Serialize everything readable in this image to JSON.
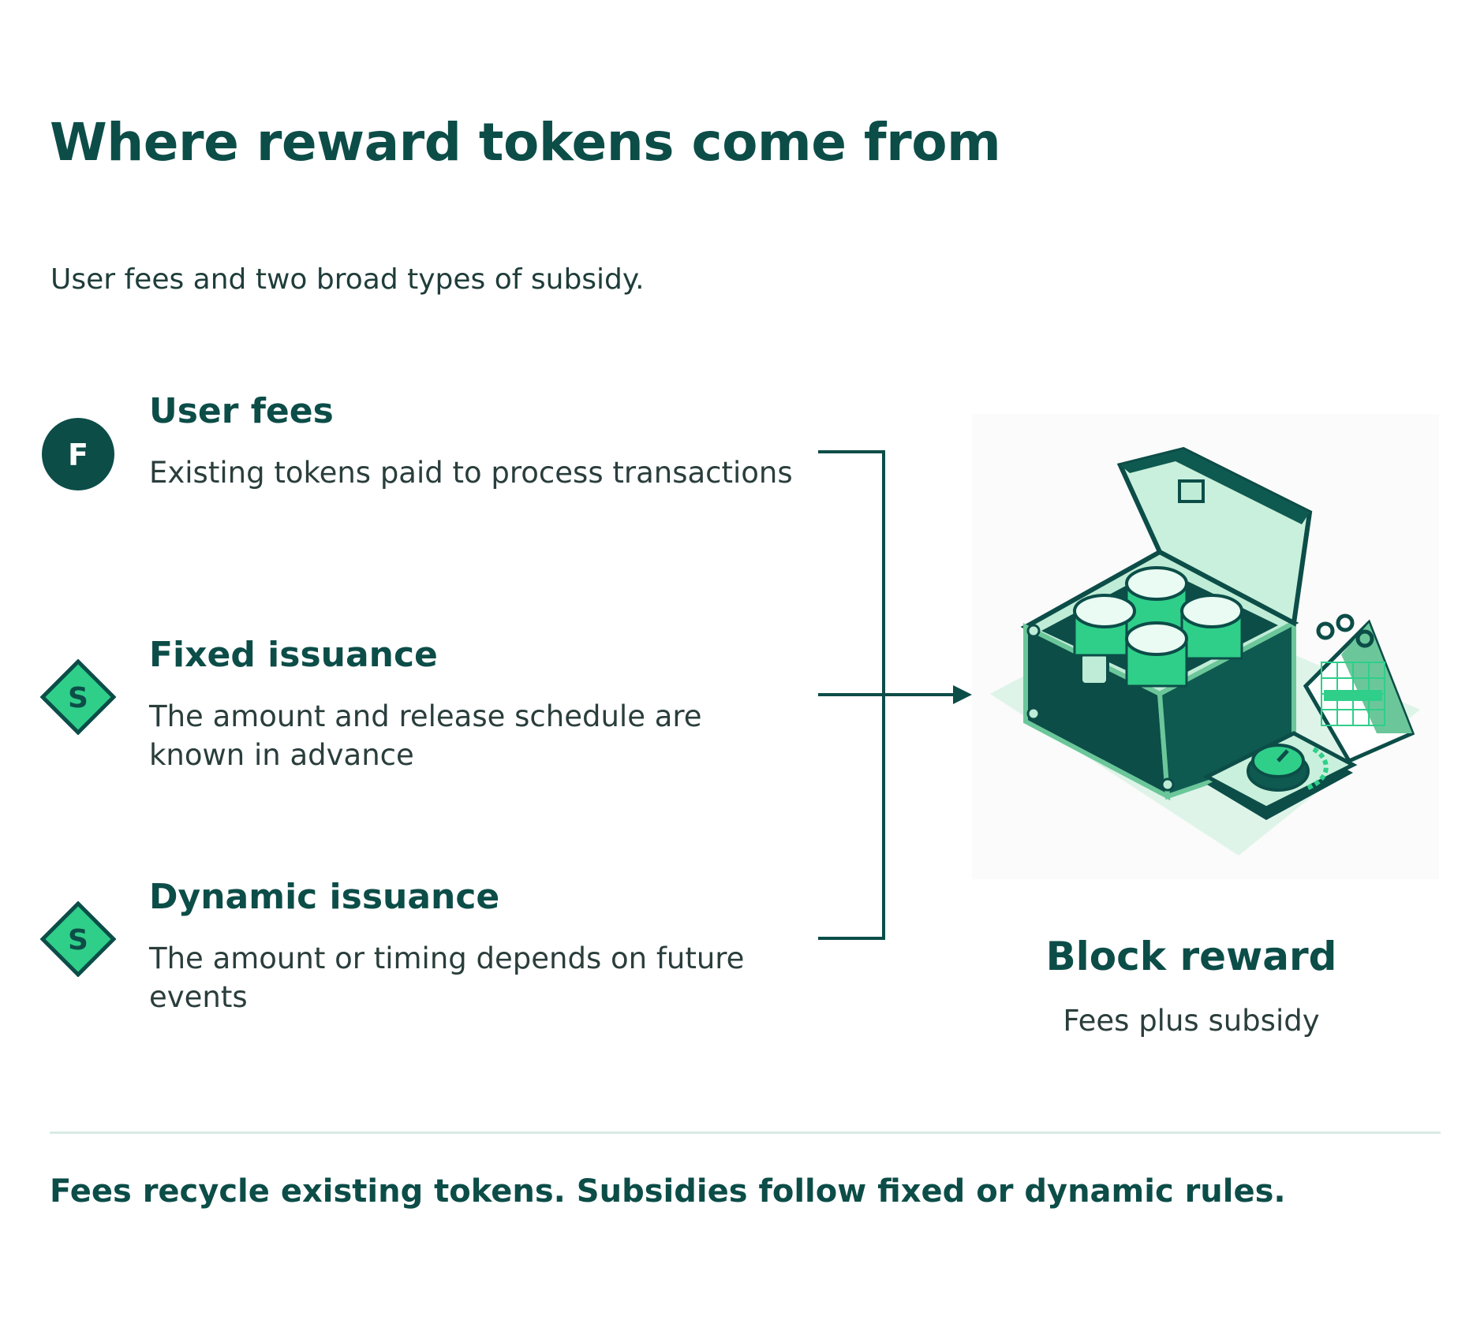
{
  "header": {
    "title": "Where reward tokens come from",
    "subtitle": "User fees and two broad types of subsidy."
  },
  "sources": [
    {
      "badge_letter": "F",
      "badge_shape": "circle",
      "heading": "User fees",
      "description": "Existing tokens paid to process transactions"
    },
    {
      "badge_letter": "S",
      "badge_shape": "diamond",
      "heading": "Fixed issuance",
      "description": "The amount and release schedule are known in advance"
    },
    {
      "badge_letter": "S",
      "badge_shape": "diamond",
      "heading": "Dynamic issuance",
      "description": "The amount or timing depends on future events"
    }
  ],
  "result": {
    "title": "Block reward",
    "subtitle": "Fees plus subsidy",
    "illustration": "treasure-chest-with-coins-calendar-and-dial"
  },
  "footer": {
    "text": "Fees recycle existing tokens. Subsidies follow fixed or dynamic rules."
  },
  "colors": {
    "primary": "#0c4d48",
    "accent_green": "#2fcf8a",
    "light_green": "#bfecd6",
    "rule": "#d9ebe6"
  }
}
